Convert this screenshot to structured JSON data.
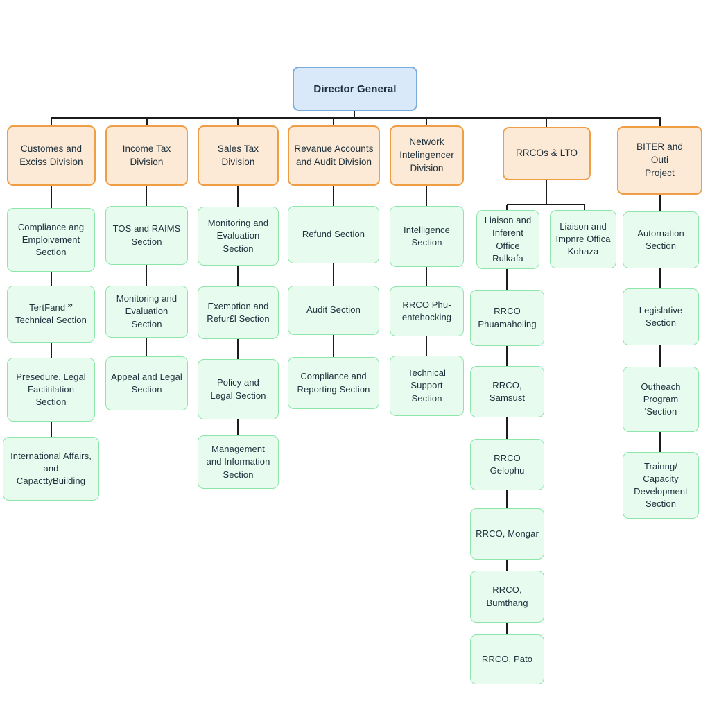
{
  "colors": {
    "background": "#ffffff",
    "root_fill": "#d9e9f9",
    "root_border": "#79abdf",
    "division_fill": "#fce9d6",
    "division_border": "#f09e46",
    "section_fill": "#e8fbef",
    "section_border": "#8ce6a8",
    "connector": "#1b1b1b",
    "text": "#1c2f3a"
  },
  "root": {
    "label": "Director General"
  },
  "divisions": [
    {
      "label": "Customes and Exciss Division",
      "sections": [
        "Compliance ang Emploivement Section",
        "TertFand ˟' Technical Section",
        "Presedure. Legal Factitilation Section",
        "International Affairs, and CapacttyBuilding"
      ]
    },
    {
      "label": "Income Tax Division",
      "sections": [
        "TOS and RAIMS Section",
        "Monitoring and Evaluation Section",
        "Appeal and Legal Section"
      ]
    },
    {
      "label": "Sales Tax Division",
      "sections": [
        "Monitoring and Evaluation Section",
        "Exemption and Refur£l Section",
        "Policy and Legal Section",
        "Management and Information Section"
      ]
    },
    {
      "label": "Revanue Accounts and Audit Division",
      "sections": [
        "Refund Section",
        "Audit Section",
        "Compliance and Reporting Section"
      ]
    },
    {
      "label": "Network Intelingencer Division",
      "sections": [
        "Intelligence Section",
        "RRCO Phu-entehocking",
        "Technical Support Section"
      ]
    },
    {
      "label": "RRCOs & LTO",
      "liaison_offices": [
        "Liaison and Inferent Office Rulkafa",
        "Liaison and Impnre Offica Kohaza"
      ],
      "regional_offices": [
        "RRCO Phuamaholing",
        "RRCO, Samsust",
        "RRCO Gelophu",
        "RRCO, Mongar",
        "RRCO, Bumthang",
        "RRCO, Pato"
      ]
    },
    {
      "label": "BITER and Outi Project",
      "sections": [
        "Autornation Section",
        "Legislative Section",
        "Outheach Program 'Section",
        "Trainng/ Capacity Development Section"
      ]
    }
  ]
}
